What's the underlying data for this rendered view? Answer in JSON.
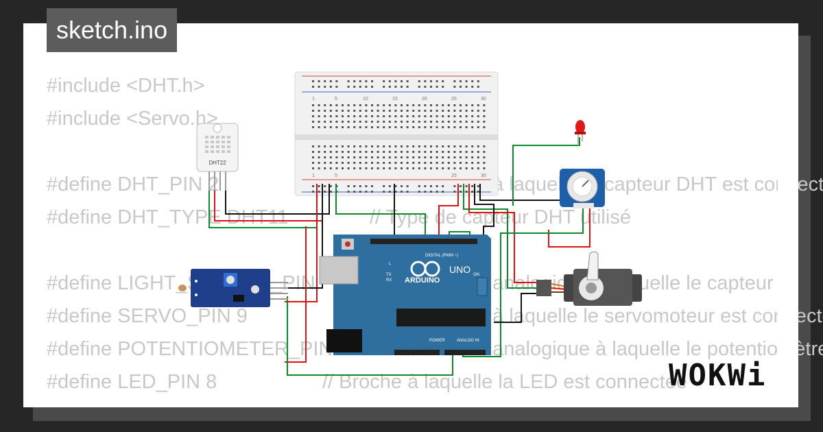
{
  "title": "sketch.ino",
  "brand": "WOKWi",
  "code_lines": [
    "#include <DHT.h>",
    "#include <Servo.h>",
    "",
    "#define DHT_PIN 2",
    "#define DHT_TYPE DHT11",
    "",
    "#define LIGHT_SENSOR_PIN",
    "#define SERVO_PIN 9",
    "#define POTENTIOMETER_PIN",
    "#define LED_PIN 8"
  ],
  "code_comments": [
    "",
    "",
    "",
    "// Broche à laquelle le capteur DHT est connecté",
    "// Type de capteur DHT utilisé",
    "",
    "// Broche analogique à laquelle le capteur",
    "// Broche à laquelle le servomoteur est connecté",
    "// Broche analogique à laquelle le potentiomètre",
    "// Broche à laquelle la LED est connectée"
  ],
  "components": {
    "dht_label": "DHT22",
    "arduino_brand": "ARDUINO",
    "arduino_model": "UNO",
    "digital_label": "DIGITAL (PWM ~)",
    "analog_label": "ANALOG IN",
    "power_label": "POWER",
    "on_label": "ON",
    "tx_label": "TX",
    "rx_label": "RX",
    "l_label": "L",
    "breadboard_cols": [
      "1",
      "5",
      "10",
      "15",
      "20",
      "25",
      "30"
    ]
  },
  "colors": {
    "background": "#262626",
    "card": "#ffffff",
    "title_bg": "#5c5c5c",
    "code_text": "#c8c8c8",
    "arduino_blue": "#2f6f9f",
    "wire_green": "#0a8a28",
    "wire_red": "#e01010",
    "wire_black": "#111111"
  }
}
